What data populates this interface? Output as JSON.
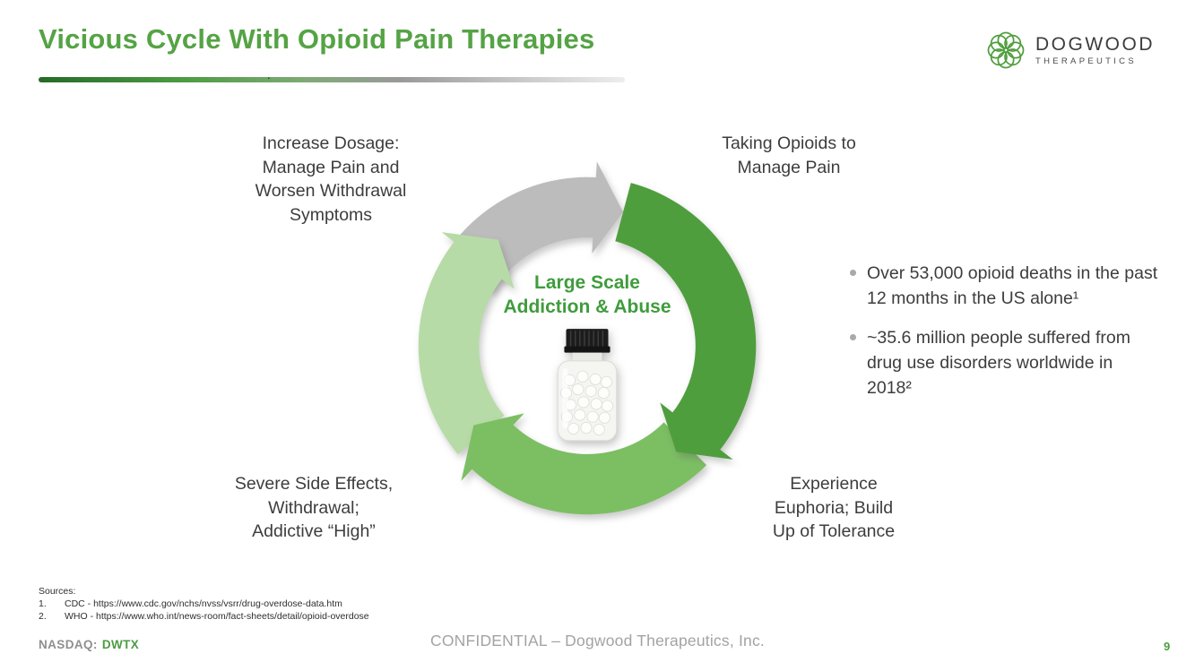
{
  "colors": {
    "accent_green": "#55a345",
    "ticker_green": "#4d9c42",
    "body_text": "#3d3d3d"
  },
  "slide": {
    "title": "Vicious Cycle With Opioid Pain Therapies",
    "stray_mark": ".",
    "logo": {
      "name": "DOGWOOD",
      "tagline": "THERAPEUTICS"
    },
    "cycle": {
      "center_title": "Large Scale\nAddiction & Abuse",
      "steps": [
        {
          "label": "Taking Opioids to\nManage Pain",
          "color": "#4f9e3e"
        },
        {
          "label": "Experience\nEuphoria; Build\nUp of Tolerance",
          "color": "#7cbf63"
        },
        {
          "label": "Severe Side Effects,\nWithdrawal;\nAddictive “High”",
          "color": "#b7dba6"
        },
        {
          "label": "Increase Dosage:\nManage Pain and\nWorsen Withdrawal\nSymptoms",
          "color": "#bcbcbc"
        }
      ]
    },
    "bullets": [
      "Over 53,000 opioid deaths in the past 12 months in the US alone¹",
      "~35.6 million people suffered from drug use disorders worldwide in 2018²"
    ],
    "sources": {
      "heading": "Sources:",
      "items": [
        {
          "number": "1.",
          "text": "CDC - https://www.cdc.gov/nchs/nvss/vsrr/drug-overdose-data.htm"
        },
        {
          "number": "2.",
          "text": "WHO - https://www.who.int/news-room/fact-sheets/detail/opioid-overdose"
        }
      ]
    },
    "footer": {
      "ticker_label": "NASDAQ:",
      "ticker": "DWTX",
      "confidential": "CONFIDENTIAL –  Dogwood Therapeutics, Inc.",
      "page_number": "9"
    }
  }
}
